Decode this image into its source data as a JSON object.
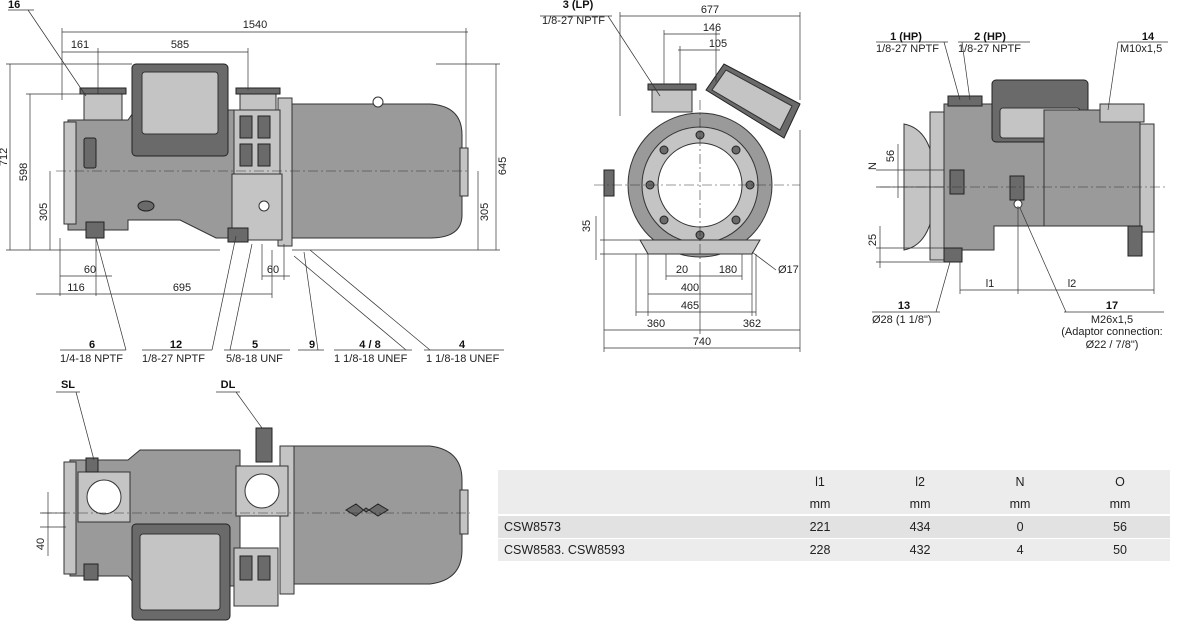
{
  "side_view": {
    "dims": {
      "overall_length": "1540",
      "d161": "161",
      "d585": "585",
      "height_712": "712",
      "height_598": "598",
      "height_305_left": "305",
      "height_645": "645",
      "height_305_right": "305",
      "d60_left": "60",
      "d60_right": "60",
      "d116": "116",
      "d695": "695"
    },
    "callouts": [
      {
        "num": "16",
        "spec": ""
      },
      {
        "num": "6",
        "spec": "1/4-18 NPTF"
      },
      {
        "num": "12",
        "spec": "1/8-27 NPTF"
      },
      {
        "num": "5",
        "spec": "5/8-18 UNF"
      },
      {
        "num": "9",
        "spec": ""
      },
      {
        "num": "4 / 8",
        "spec": "1 1/8-18 UNEF"
      },
      {
        "num": "4",
        "spec": "1 1/8-18 UNEF"
      }
    ]
  },
  "front_view": {
    "callout": {
      "num": "3 (LP)",
      "spec": "1/8-27 NPTF"
    },
    "dims": {
      "d677": "677",
      "d146": "146",
      "d105": "105",
      "d35": "35",
      "d20": "20",
      "d180": "180",
      "d400": "400",
      "d465": "465",
      "d360": "360",
      "d362": "362",
      "d740": "740",
      "hole": "Ø17"
    }
  },
  "end_view": {
    "callouts": [
      {
        "num": "1 (HP)",
        "spec": "1/8-27 NPTF"
      },
      {
        "num": "2 (HP)",
        "spec": "1/8-27 NPTF"
      },
      {
        "num": "14",
        "spec": "M10x1,5"
      },
      {
        "num": "13",
        "spec": "Ø28 (1 1/8\")"
      },
      {
        "num": "17",
        "spec": "M26x1,5",
        "note1": "(Adaptor connection:",
        "note2": "Ø22 / 7/8\")"
      }
    ],
    "dims": {
      "d56": "56",
      "N": "N",
      "d25": "25",
      "l1": "l1",
      "l2": "l2"
    }
  },
  "top_view": {
    "sl": "SL",
    "dl": "DL",
    "d40": "40"
  },
  "table": {
    "columns": [
      "",
      "l1",
      "l2",
      "N",
      "O"
    ],
    "units": [
      "",
      "mm",
      "mm",
      "mm",
      "mm"
    ],
    "rows": [
      [
        "CSW8573",
        "221",
        "434",
        "0",
        "56"
      ],
      [
        "CSW8583. CSW8593",
        "228",
        "432",
        "4",
        "50"
      ]
    ]
  }
}
